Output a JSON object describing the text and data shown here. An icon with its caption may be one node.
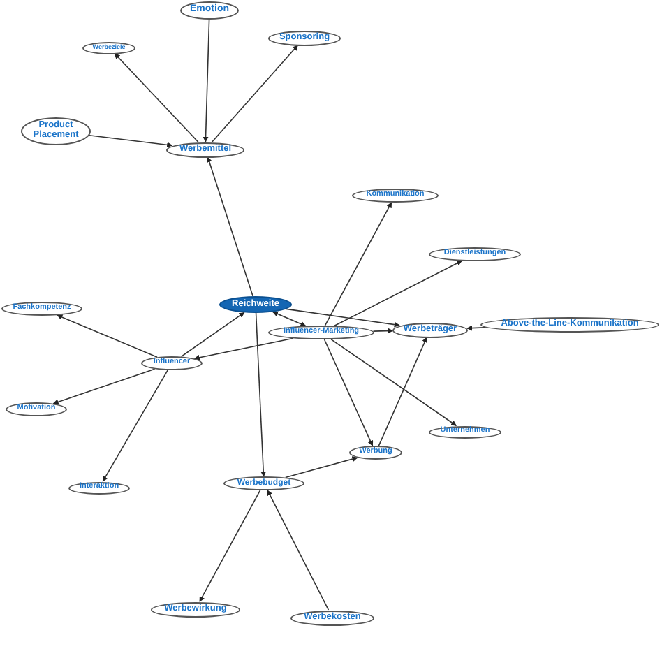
{
  "diagram": {
    "nodes": [
      {
        "text": [
          "Emotion"
        ]
      },
      {
        "text": [
          "Werbeziele"
        ]
      },
      {
        "text": [
          "Sponsoring"
        ]
      },
      {
        "text": [
          "Product Placement"
        ]
      },
      {
        "text": [
          "Werbemittel"
        ]
      },
      {
        "text": [
          "Kommunikation"
        ]
      },
      {
        "text": [
          "Dienstleistungen"
        ]
      },
      {
        "text": [
          "Reichweite"
        ]
      },
      {
        "text": [
          "Fachkompetenz"
        ]
      },
      {
        "text": [
          "Influencer-Marketing"
        ]
      },
      {
        "text": [
          "Werbeträger"
        ]
      },
      {
        "text": [
          "Above-the-Line-Kommunikation"
        ]
      },
      {
        "text": [
          "Influencer"
        ]
      },
      {
        "text": [
          "Motivation"
        ]
      },
      {
        "text": [
          "Unternehmen"
        ]
      },
      {
        "text": [
          "Werbung"
        ]
      },
      {
        "text": [
          "Werbebudget"
        ]
      },
      {
        "text": [
          "Interaktion"
        ]
      },
      {
        "text": [
          "Werbewirkung"
        ]
      },
      {
        "text": [
          "Werbekosten"
        ]
      }
    ],
    "edges": [
      {
        "from": 0,
        "to": 4,
        "arrow": "to"
      },
      {
        "from": 4,
        "to": 1,
        "arrow": "to"
      },
      {
        "from": 4,
        "to": 2,
        "arrow": "to"
      },
      {
        "from": 3,
        "to": 4,
        "arrow": "to"
      },
      {
        "from": 7,
        "to": 4,
        "arrow": "to"
      },
      {
        "from": 12,
        "to": 8,
        "arrow": "to"
      },
      {
        "from": 12,
        "to": 7,
        "arrow": "to"
      },
      {
        "from": 12,
        "to": 13,
        "arrow": "to"
      },
      {
        "from": 12,
        "to": 17,
        "arrow": "to"
      },
      {
        "from": 7,
        "to": 9,
        "arrow": "both"
      },
      {
        "from": 7,
        "to": 10,
        "arrow": "to"
      },
      {
        "from": 7,
        "to": 16,
        "arrow": "to"
      },
      {
        "from": 9,
        "to": 12,
        "arrow": "to"
      },
      {
        "from": 9,
        "to": 5,
        "arrow": "to"
      },
      {
        "from": 9,
        "to": 6,
        "arrow": "to"
      },
      {
        "from": 9,
        "to": 10,
        "arrow": "to"
      },
      {
        "from": 9,
        "to": 14,
        "arrow": "to"
      },
      {
        "from": 9,
        "to": 15,
        "arrow": "to"
      },
      {
        "from": 11,
        "to": 10,
        "arrow": "to"
      },
      {
        "from": 15,
        "to": 10,
        "arrow": "to"
      },
      {
        "from": 16,
        "to": 15,
        "arrow": "to"
      },
      {
        "from": 16,
        "to": 18,
        "arrow": "to"
      },
      {
        "from": 19,
        "to": 16,
        "arrow": "to"
      }
    ]
  }
}
